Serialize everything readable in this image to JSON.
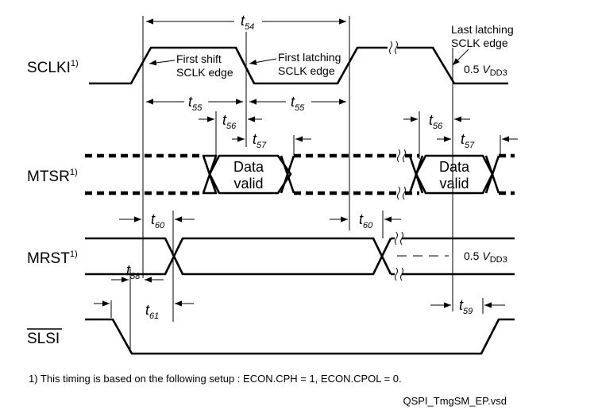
{
  "signals": {
    "sclki": {
      "name": "SCLKI",
      "sup": "1)"
    },
    "mtsr": {
      "name": "MTSR",
      "sup": "1)"
    },
    "mrst": {
      "name": "MRST",
      "sup": "1)"
    },
    "slsi": {
      "name": "SLSI"
    }
  },
  "annotations": {
    "first_shift_line1": "First shift",
    "first_shift_line2": "SCLK edge",
    "first_latch_line1": "First latching",
    "first_latch_line2": "SCLK edge",
    "last_latch_line1": "Last latching",
    "last_latch_line2": "SCLK edge",
    "vref_sclk_value": "0.5",
    "vref_mrst_value": "0.5",
    "vref_symbol": "V",
    "vref_subscript": "DD3",
    "data_valid_1_line1": "Data",
    "data_valid_1_line2": "valid",
    "data_valid_2_line1": "Data",
    "data_valid_2_line2": "valid"
  },
  "timings": {
    "t54": {
      "sym": "t",
      "sub": "54"
    },
    "t55a": {
      "sym": "t",
      "sub": "55"
    },
    "t55b": {
      "sym": "t",
      "sub": "55"
    },
    "t56a": {
      "sym": "t",
      "sub": "56"
    },
    "t56b": {
      "sym": "t",
      "sub": "56"
    },
    "t57a": {
      "sym": "t",
      "sub": "57"
    },
    "t57b": {
      "sym": "t",
      "sub": "57"
    },
    "t58": {
      "sym": "t",
      "sub": "58"
    },
    "t59": {
      "sym": "t",
      "sub": "59"
    },
    "t60a": {
      "sym": "t",
      "sub": "60"
    },
    "t60b": {
      "sym": "t",
      "sub": "60"
    },
    "t61": {
      "sym": "t",
      "sub": "61"
    }
  },
  "footnote": "1) This timing is based on the following setup : ECON.CPH = 1, ECON.CPOL = 0.",
  "file_label": "QSPI_TmgSM_EP.vsd"
}
